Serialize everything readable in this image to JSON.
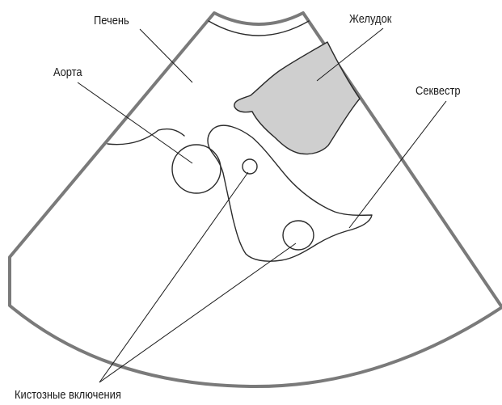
{
  "labels": {
    "liver": "Печень",
    "stomach": "Желудок",
    "aorta": "Аорта",
    "sequestrum": "Секвестр",
    "cystic_inclusions": "Кистозные включения"
  },
  "colors": {
    "frame": "#7a7a7a",
    "outline": "#2b2b2b",
    "stomach_fill": "#cfcfcf",
    "text": "#1a1a1a"
  }
}
